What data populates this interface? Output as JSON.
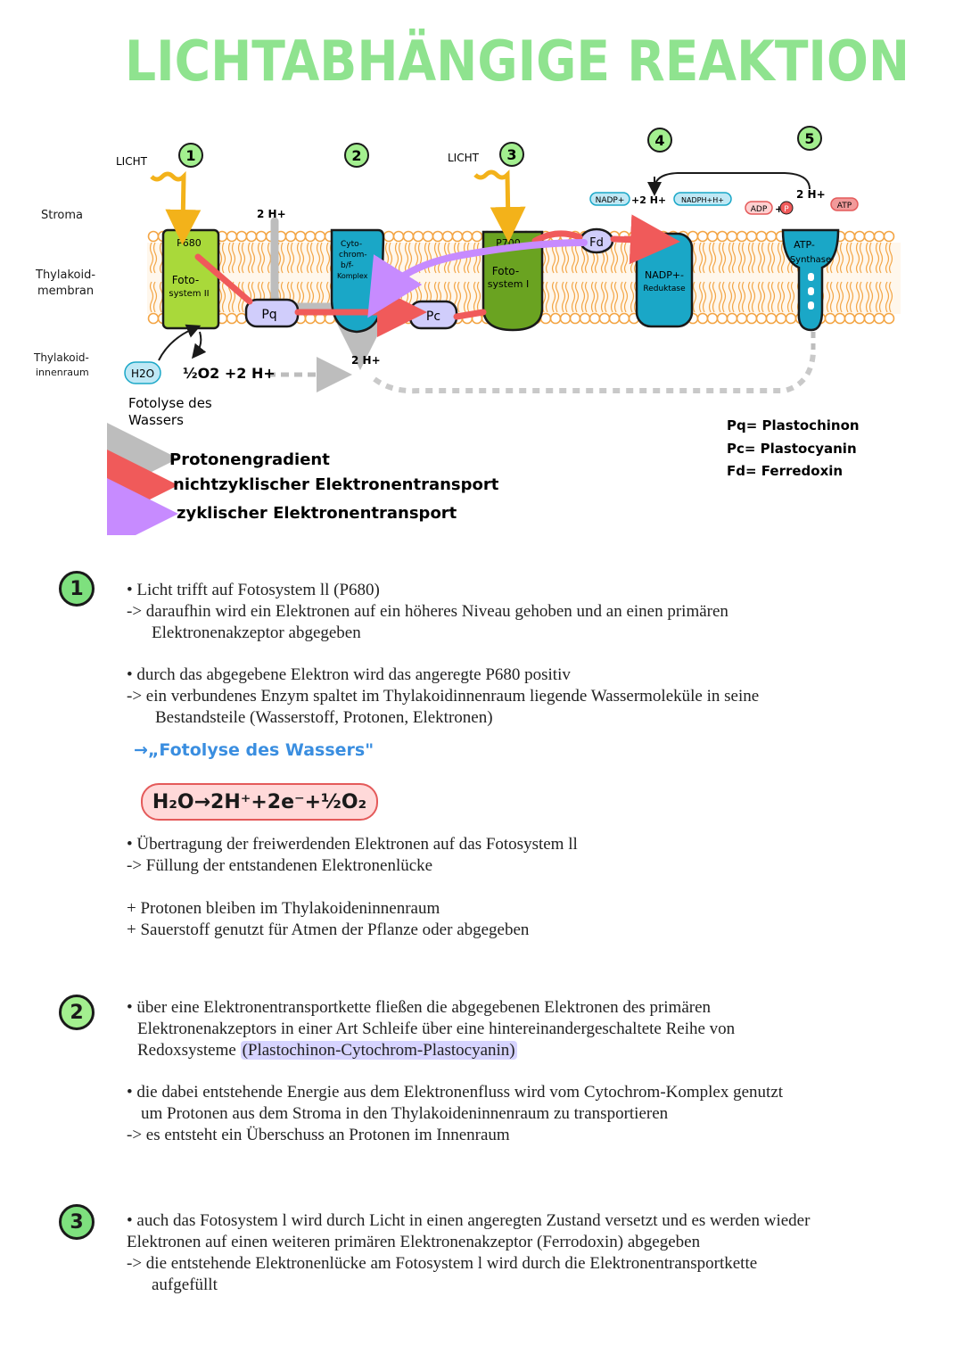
{
  "title": "LICHTABHÄNGIGE REAKTION",
  "colors": {
    "title_green": "#8fe38f",
    "grey": "#bdbdbd",
    "red": "#f05a5a",
    "purple": "#c78bff",
    "blue": "#1aa7c7",
    "dark_green": "#6aa321",
    "light_green": "#a9d93a"
  },
  "diagram": {
    "side_labels": {
      "stroma": "Stroma",
      "membrane_1": "Thylakoid-",
      "membrane_2": "membran",
      "lumen_1": "Thylakoid-",
      "lumen_2": "innenraum"
    },
    "licht_1": "LICHT",
    "licht_3": "LICHT",
    "steps": [
      "1",
      "2",
      "3",
      "4",
      "5"
    ],
    "ps2": {
      "p680": "P680",
      "label_1": "Foto-",
      "label_2": "system II"
    },
    "pq": "Pq",
    "cyto": {
      "l1": "Cyto-",
      "l2": "chrom-",
      "l3": "b/f-",
      "l4": "Komplex"
    },
    "pc": "Pc",
    "ps1": {
      "p700": "P700",
      "label_1": "Foto-",
      "label_2": "system I"
    },
    "fd": "Fd",
    "reduktase": {
      "l1": "NADP+-",
      "l2": "Reduktase"
    },
    "atp_synthase": {
      "l1": "ATP-",
      "l2": "Synthase"
    },
    "two_h_stroma": "2 H+",
    "two_h_lumen": "2 H+",
    "two_h_atp": "2 H+",
    "nadp_left": "NADP+",
    "nadp_plus": "+2 H+",
    "nadph": "NADPH+H+",
    "adp": "ADP",
    "adp_plus": "+",
    "p": "P",
    "atp": "ATP",
    "h2o": "H2O",
    "o2_eq": "½O2 +2 H+",
    "fotolyse_1": "Fotolyse des",
    "fotolyse_2": "Wassers",
    "legend": [
      "Protonengradient",
      "nichtzyklischer Elektronentransport",
      "zyklischer Elektronentransport"
    ],
    "abbr": [
      "Pq= Plastochinon",
      "Pc= Plastocyanin",
      "Fd= Ferredoxin"
    ]
  },
  "section1": {
    "num": "1",
    "p1a": "• Licht trifft auf Fotosystem ll (P680)",
    "p1b": "-> daraufhin wird ein Elektronen auf ein höheres Niveau gehoben und an einen primären",
    "p1c": "Elektronenakzeptor abgegeben",
    "p2a": "• durch das abgegebene Elektron wird das angeregte P680 positiv",
    "p2b": "-> ein verbundenes Enzym spaltet im Thylakoidinnenraum liegende Wassermoleküle in seine",
    "p2c": "Bestandsteile (Wasserstoff, Protonen, Elektronen)",
    "fotolyse": "→„Fotolyse des Wassers\"",
    "equation": "H₂O→2H⁺+2e⁻+½O₂",
    "p3a": "• Übertragung der freiwerdenden Elektronen auf das Fotosystem ll",
    "p3b": "-> Füllung der entstandenen Elektronenlücke",
    "p4a": "+ Protonen bleiben im Thylakoideninnenraum",
    "p4b": "+ Sauerstoff genutzt für Atmen der Pflanze oder abgegeben"
  },
  "section2": {
    "num": "2",
    "p1a": "• über eine Elektronentransportkette fließen die abgegebenen Elektronen des primären",
    "p1b": "Elektronenakzeptors in einer Art Schleife über eine hintereinandergeschaltete Reihe von",
    "p1c_pre": "Redoxsysteme ",
    "p1c_hl": "(Plastochinon-Cytochrom-Plastocyanin)",
    "p2a": "• die dabei entstehende Energie aus dem Elektronenfluss wird vom Cytochrom-Komplex genutzt",
    "p2b": "um Protonen aus dem Stroma in den Thylakoideninnenraum zu transportieren",
    "p2c": "->  es entsteht ein Überschuss an Protonen im Innenraum"
  },
  "section3": {
    "num": "3",
    "p1a": "• auch das Fotosystem l wird durch Licht in einen angeregten Zustand versetzt und  es werden wieder",
    "p1b": "Elektronen auf einen weiteren primären Elektronenakzeptor (Ferrodoxin) abgegeben",
    "p1c": "-> die entstehende Elektronenlücke am Fotosystem l wird durch die Elektronentransportkette",
    "p1d": "aufgefüllt"
  }
}
